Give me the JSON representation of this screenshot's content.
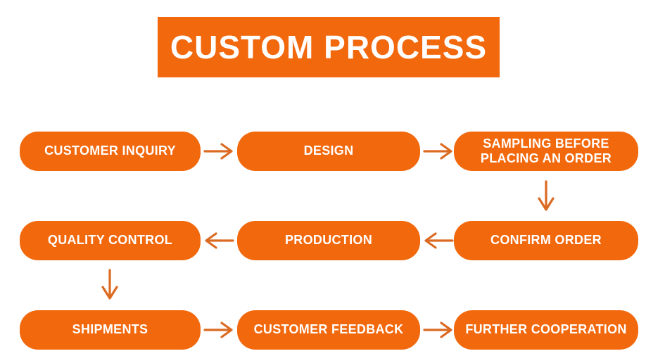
{
  "title": "CUSTOM PROCESS",
  "colors": {
    "box_fill": "#F2680D",
    "arrow": "#DB6A22",
    "text": "#FFFFFF",
    "background": "#FFFFFF"
  },
  "nodes": [
    {
      "id": "customer-inquiry",
      "label": "CUSTOMER INQUIRY"
    },
    {
      "id": "design",
      "label": "DESIGN"
    },
    {
      "id": "sampling",
      "label": "SAMPLING BEFORE PLACING AN ORDER"
    },
    {
      "id": "confirm-order",
      "label": "CONFIRM ORDER"
    },
    {
      "id": "production",
      "label": "PRODUCTION"
    },
    {
      "id": "quality-control",
      "label": "QUALITY CONTROL"
    },
    {
      "id": "shipments",
      "label": "SHIPMENTS"
    },
    {
      "id": "customer-feedback",
      "label": "CUSTOMER FEEDBACK"
    },
    {
      "id": "further-cooperation",
      "label": "FURTHER COOPERATION"
    }
  ],
  "edges": [
    {
      "from": "customer-inquiry",
      "to": "design",
      "direction": "right"
    },
    {
      "from": "design",
      "to": "sampling",
      "direction": "right"
    },
    {
      "from": "sampling",
      "to": "confirm-order",
      "direction": "down"
    },
    {
      "from": "confirm-order",
      "to": "production",
      "direction": "left"
    },
    {
      "from": "production",
      "to": "quality-control",
      "direction": "left"
    },
    {
      "from": "quality-control",
      "to": "shipments",
      "direction": "down"
    },
    {
      "from": "shipments",
      "to": "customer-feedback",
      "direction": "right"
    },
    {
      "from": "customer-feedback",
      "to": "further-cooperation",
      "direction": "right"
    }
  ]
}
